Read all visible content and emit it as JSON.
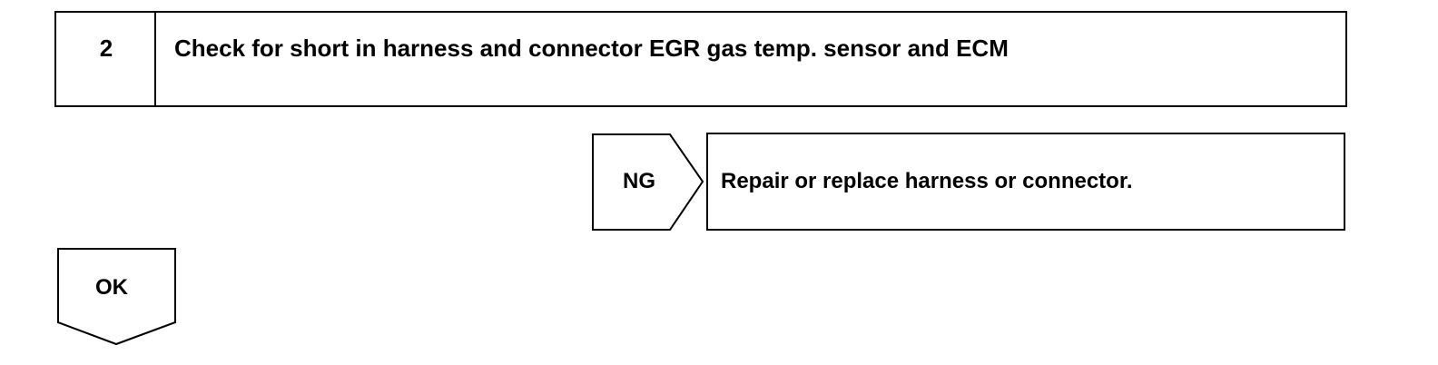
{
  "step": {
    "number": "2",
    "title": "Check for short in harness and connector EGR gas temp. sensor and ECM"
  },
  "ng_branch": {
    "label": "NG",
    "action": "Repair or replace harness or connector."
  },
  "ok_branch": {
    "label": "OK"
  }
}
